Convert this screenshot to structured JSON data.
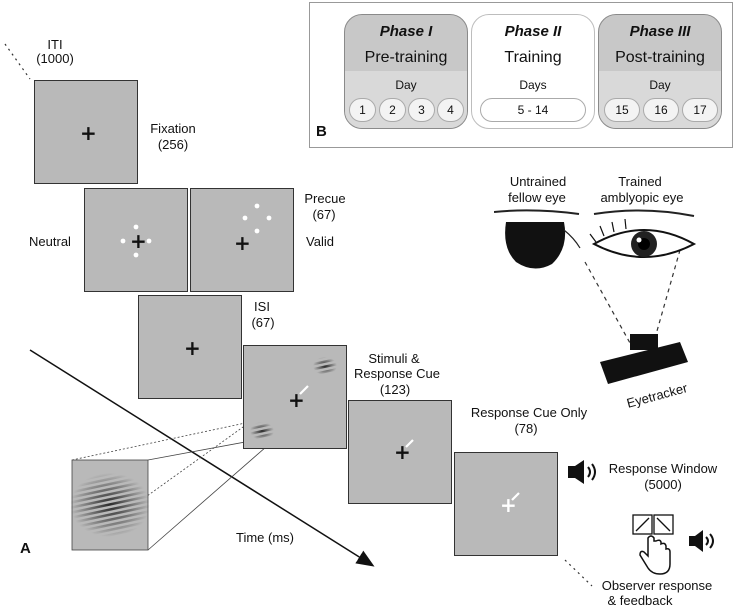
{
  "panel_a": {
    "label": "A",
    "iti": {
      "title": "ITI",
      "value": "(1000)"
    },
    "fixation": {
      "title": "Fixation",
      "value": "(256)"
    },
    "precue": {
      "title": "Precue",
      "value": "(67)",
      "neutral": "Neutral",
      "valid": "Valid"
    },
    "isi": {
      "title": "ISI",
      "value": "(67)"
    },
    "stimuli": {
      "line1": "Stimuli &",
      "line2": "Response Cue",
      "value": "(123)"
    },
    "response_cue": {
      "title": "Response Cue Only",
      "value": "(78)"
    },
    "response_window": {
      "title": "Response Window",
      "value": "(5000)"
    },
    "time_axis": "Time (ms)",
    "observer": {
      "line1": "Observer response",
      "line2": "& feedback"
    },
    "eyes": {
      "untrained_line1": "Untrained",
      "untrained_line2": "fellow eye",
      "trained_line1": "Trained",
      "trained_line2": "amblyopic eye"
    },
    "eyetracker": "Eyetracker"
  },
  "panel_b": {
    "label": "B",
    "phases": [
      {
        "title": "Phase I",
        "subtitle": "Pre-training",
        "day_label": "Day",
        "days": [
          "1",
          "2",
          "3",
          "4"
        ]
      },
      {
        "title": "Phase II",
        "subtitle": "Training",
        "day_label": "Days",
        "days": [
          "5 - 14"
        ]
      },
      {
        "title": "Phase III",
        "subtitle": "Post-training",
        "day_label": "Day",
        "days": [
          "15",
          "16",
          "17"
        ]
      }
    ]
  }
}
